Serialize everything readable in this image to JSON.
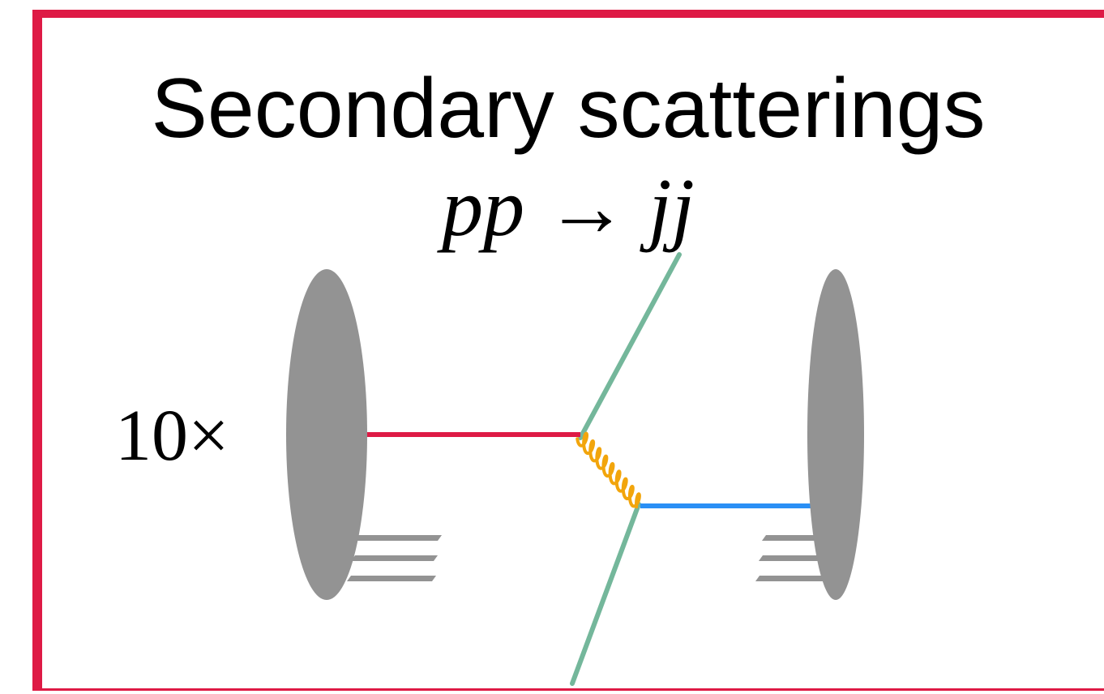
{
  "title": "Secondary scatterings",
  "process": "pp → jj",
  "multiplier": "10×",
  "colors": {
    "frame": "#de1a45",
    "proton": "#939393",
    "incoming_parton_left": "#de1a45",
    "incoming_parton_right": "#2a8ff5",
    "outgoing_jets": "#74b79b",
    "gluon": "#f2a50c"
  }
}
